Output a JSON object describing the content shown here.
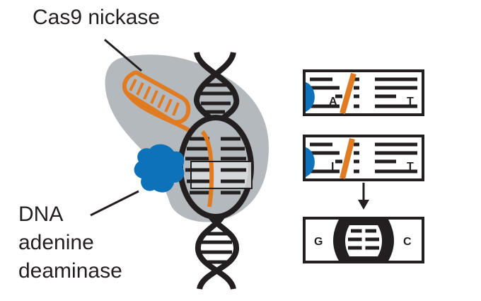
{
  "labels": {
    "cas9": "Cas9 nickase",
    "dna_line1": "DNA",
    "dna_line2": "adenine",
    "dna_line3": "deaminase"
  },
  "panels": {
    "top": {
      "left_base": "A",
      "right_base": "T"
    },
    "middle": {
      "left_base": "I",
      "right_base": "T"
    },
    "bottom": {
      "left_base": "G",
      "right_base": "C"
    }
  },
  "colors": {
    "protein_gray": "#b3b9bd",
    "guide_orange": "#e07b22",
    "deaminase_blue": "#0d72b9",
    "ink": "#231f20"
  }
}
